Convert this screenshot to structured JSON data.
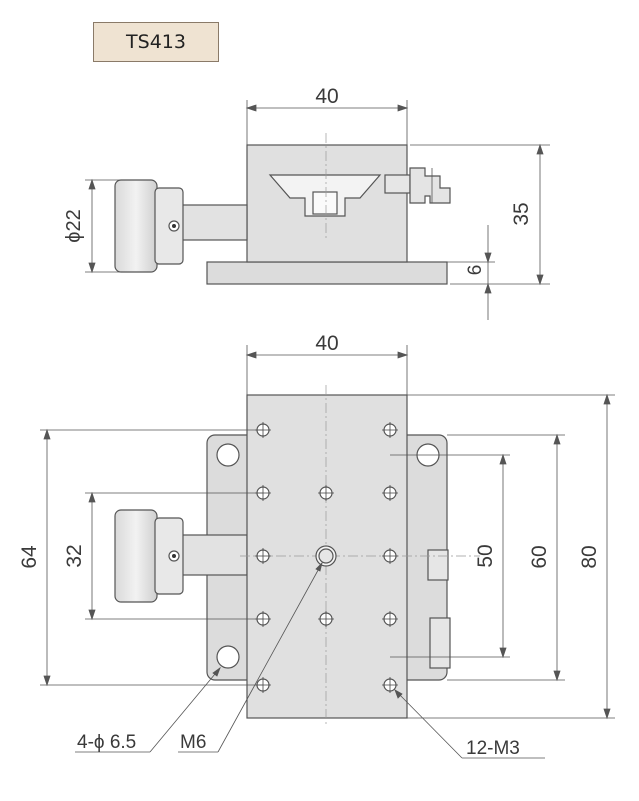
{
  "model_label": "TS413",
  "dimensions": {
    "side_width": "40",
    "side_height": "35",
    "base_thickness": "6",
    "knob_diameter": "ϕ22",
    "top_width": "40",
    "left_height": "64",
    "knob_offset": "32",
    "inner_50": "50",
    "inner_60": "60",
    "overall": "80"
  },
  "callouts": {
    "mount_holes": "4-ϕ 6.5",
    "center_thread": "M6",
    "tapped_holes": "12-M3"
  }
}
